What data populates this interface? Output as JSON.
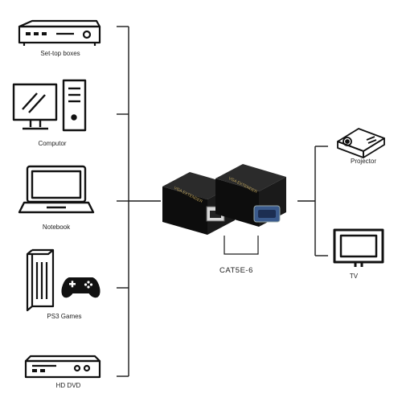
{
  "devices_left": [
    {
      "label": "Set-top boxes",
      "icon": "set-top-box-icon"
    },
    {
      "label": "Computor",
      "icon": "desktop-computer-icon"
    },
    {
      "label": "Notebook",
      "icon": "laptop-icon"
    },
    {
      "label": "PS3 Games",
      "icon": "game-console-icon"
    },
    {
      "label": "HD DVD",
      "icon": "dvd-player-icon"
    }
  ],
  "devices_right": [
    {
      "label": "Projector",
      "icon": "projector-icon"
    },
    {
      "label": "TV",
      "icon": "tv-icon"
    }
  ],
  "extender": {
    "left_unit_print": "VGA EXTENDER",
    "right_unit_print": "VGA EXTENDER",
    "cable_label": "CAT5E-6"
  },
  "colors": {
    "line": "#1a1a1a",
    "device_body": "#111111",
    "background": "#ffffff"
  }
}
